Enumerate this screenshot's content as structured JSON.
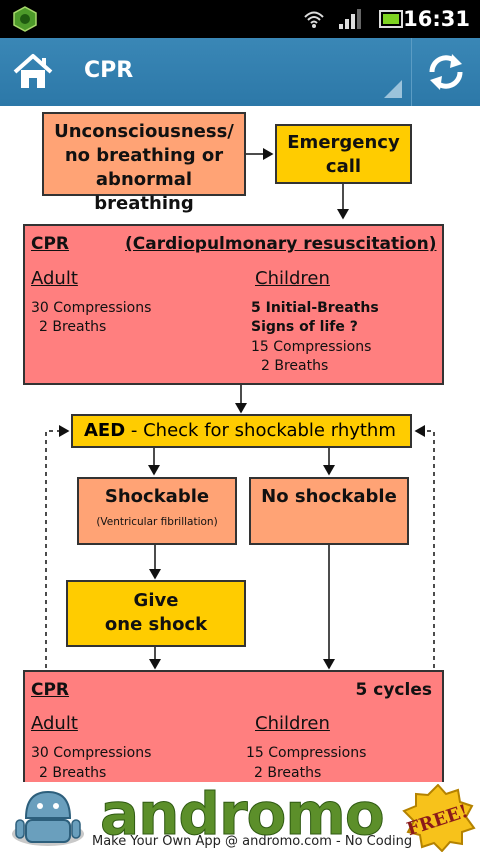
{
  "status_bar": {
    "time": "16:31"
  },
  "action_bar": {
    "title": "CPR"
  },
  "flow": {
    "unconscious": [
      "Unconsciousness/",
      "no breathing or",
      "abnormal breathing"
    ],
    "emergency": [
      "Emergency",
      "call"
    ],
    "cpr1": {
      "title_left": "CPR",
      "title_right": "(Cardiopulmonary resuscitation)",
      "adult_label": "Adult",
      "children_label": "Children",
      "adult_lines": [
        "30 Compressions",
        "2 Breaths"
      ],
      "children_bold": [
        "5 Initial-Breaths",
        "Signs of life ?"
      ],
      "children_lines": [
        "15 Compressions",
        "2 Breaths"
      ]
    },
    "aed": {
      "bold": "AED",
      "rest": " - Check for shockable rhythm"
    },
    "shockable": {
      "label": "Shockable",
      "sub": "(Ventricular fibrillation)"
    },
    "no_shockable": "No shockable",
    "give_shock": [
      "Give",
      "one shock"
    ],
    "cpr2": {
      "title_left": "CPR",
      "title_right": "5 cycles",
      "adult_label": "Adult",
      "children_label": "Children",
      "adult_lines": [
        "30 Compressions",
        "2 Breaths"
      ],
      "children_lines": [
        "15 Compressions",
        "2 Breaths"
      ]
    }
  },
  "ad": {
    "brand": "andromo",
    "tagline": "Make Your Own App @ andromo.com - No Coding",
    "badge": "FREE!"
  }
}
